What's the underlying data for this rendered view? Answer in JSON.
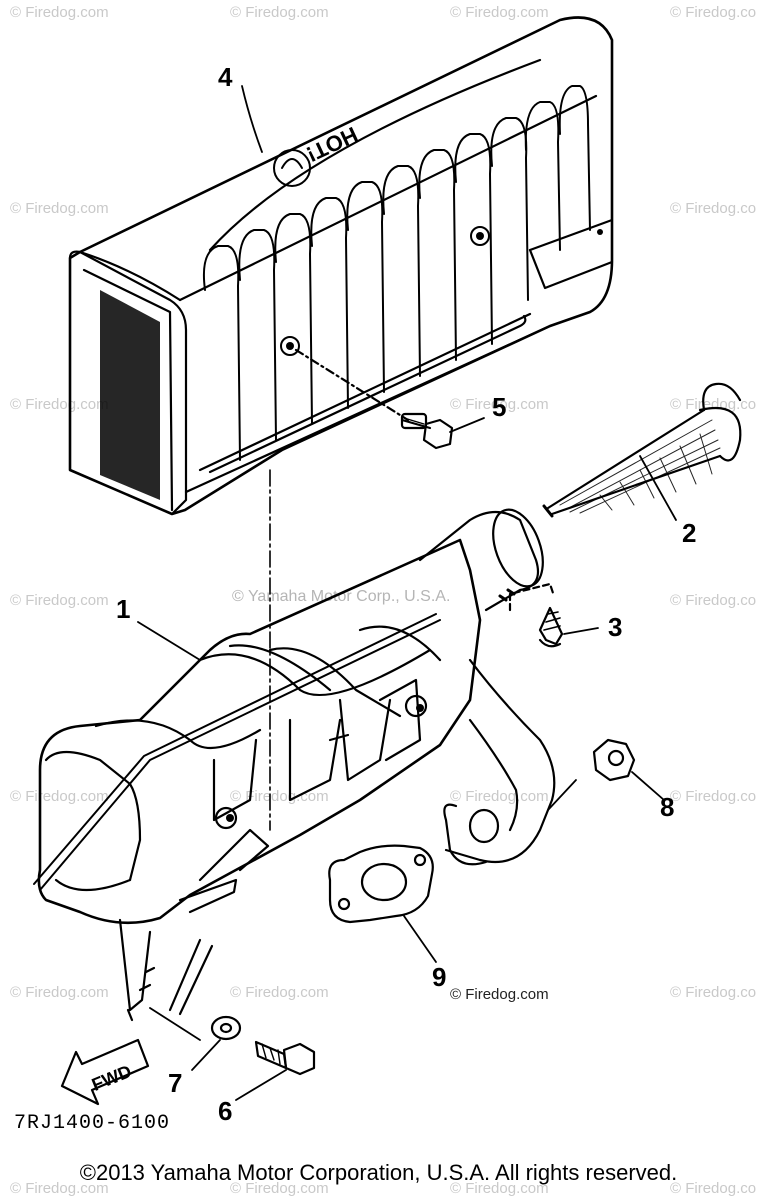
{
  "watermark": "© Firedog.com",
  "center_watermark": "© Yamaha Motor Corp., U.S.A.",
  "callouts": [
    "1",
    "2",
    "3",
    "4",
    "5",
    "6",
    "7",
    "8",
    "9"
  ],
  "fwd_label": "FWD",
  "hot_label": "HOT!",
  "part_number": "7RJ1400-6100",
  "copyright": "©2013 Yamaha Motor Corporation, U.S.A. All rights reserved."
}
